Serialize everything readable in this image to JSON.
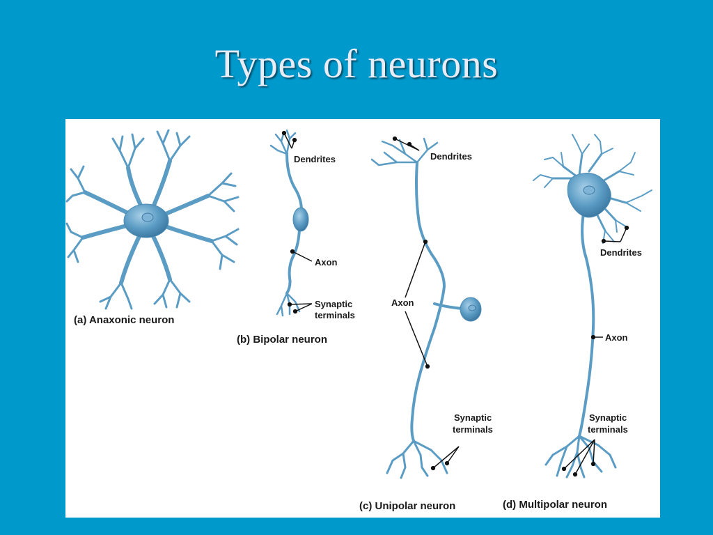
{
  "title": "Types of neurons",
  "colors": {
    "background": "#0099cc",
    "panel": "#ffffff",
    "neuron": "#5b9cc4",
    "neuron_light": "#a9d0e8",
    "neuron_dark": "#3d7aa3"
  },
  "neurons": {
    "anaxonic": {
      "caption": "(a) Anaxonic neuron"
    },
    "bipolar": {
      "caption": "(b) Bipolar neuron",
      "dendrites": "Dendrites",
      "axon": "Axon",
      "synaptic_1": "Synaptic",
      "synaptic_2": "terminals"
    },
    "unipolar": {
      "caption": "(c) Unipolar neuron",
      "dendrites": "Dendrites",
      "axon": "Axon",
      "synaptic_1": "Synaptic",
      "synaptic_2": "terminals"
    },
    "multipolar": {
      "caption": "(d) Multipolar neuron",
      "dendrites": "Dendrites",
      "axon": "Axon",
      "synaptic_1": "Synaptic",
      "synaptic_2": "terminals"
    }
  }
}
